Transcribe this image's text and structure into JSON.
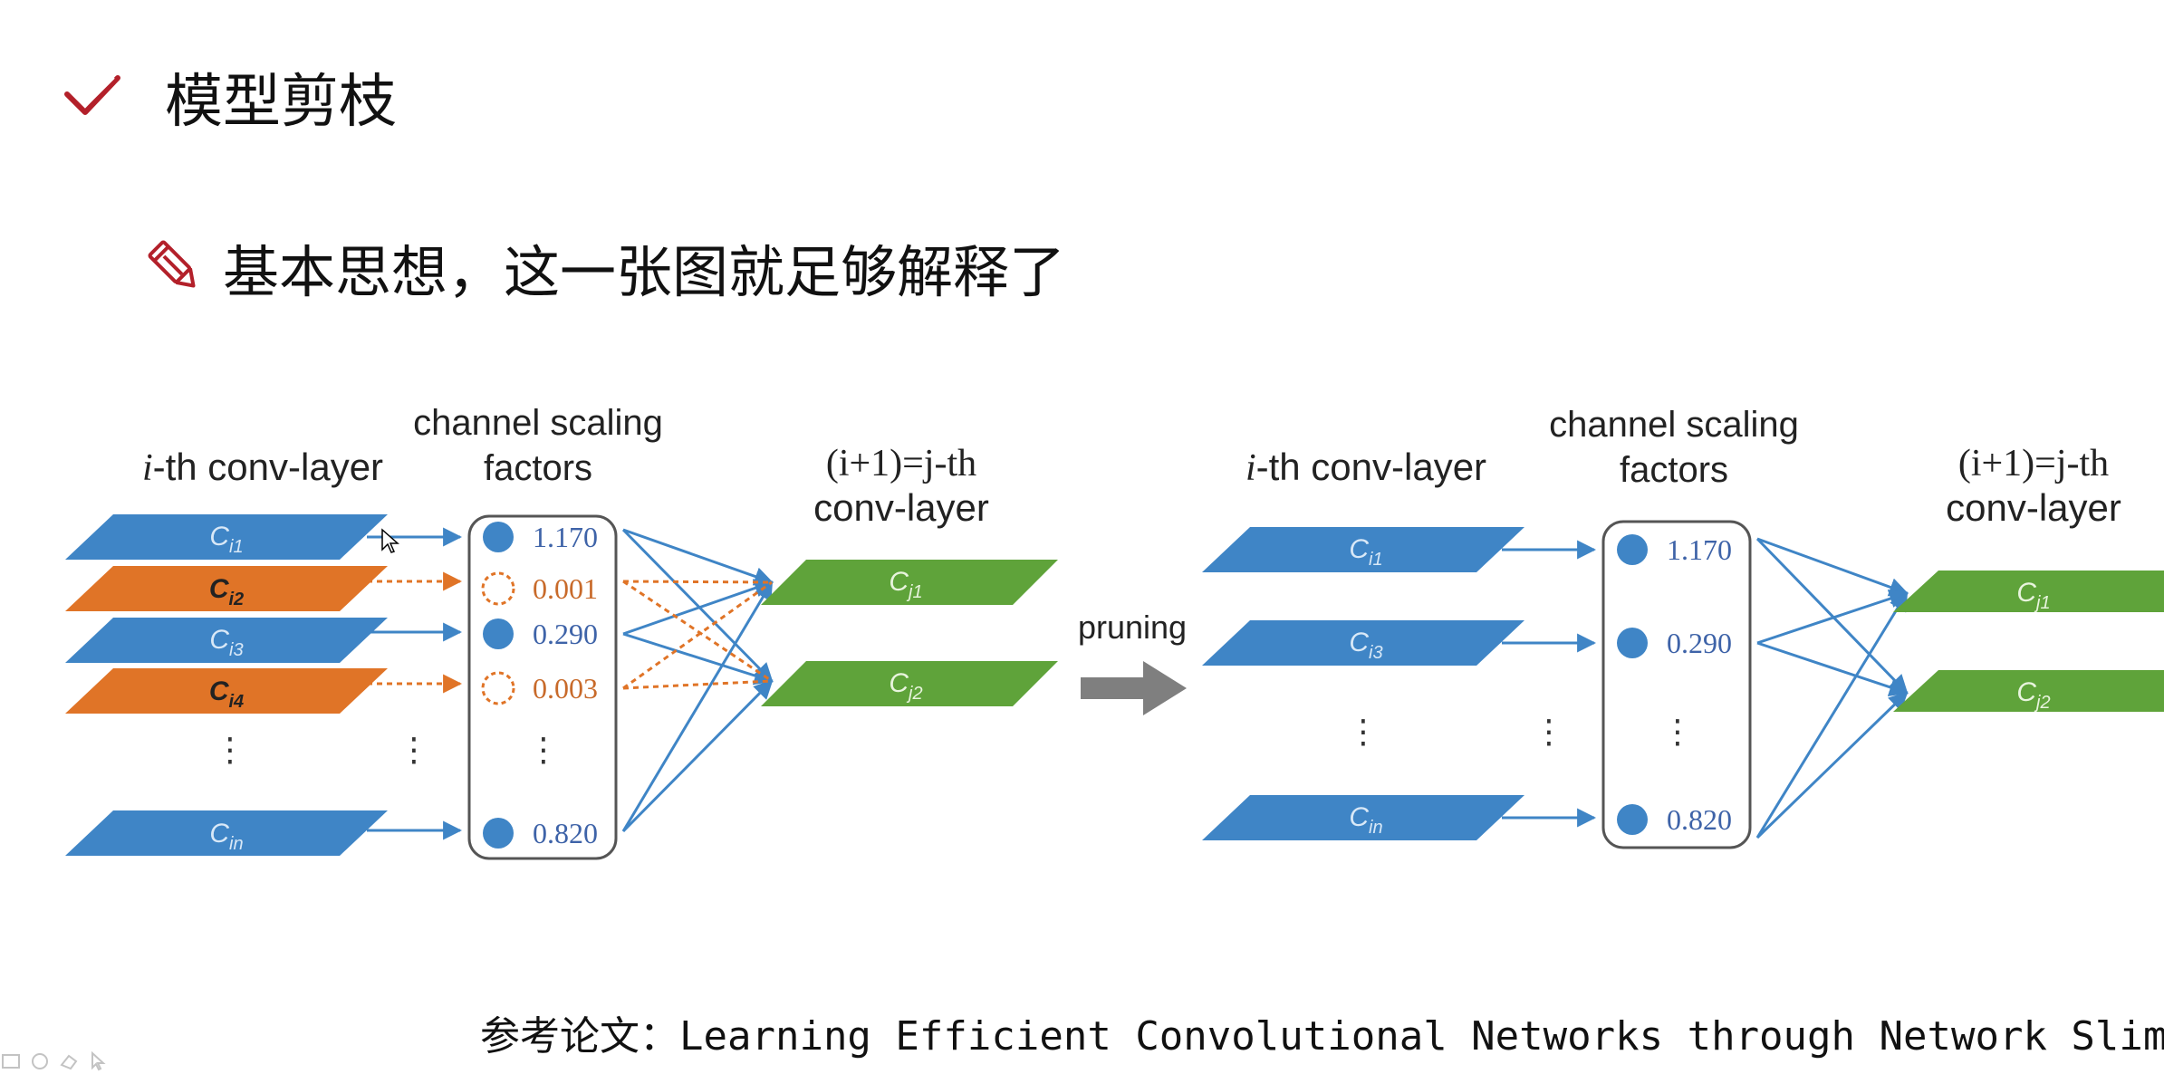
{
  "title": "模型剪枝",
  "subtitle": "基本思想，这一张图就足够解释了",
  "reference": {
    "prefix": "参考论文：",
    "text": "Learning Efficient Convolutional Networks through Network Slimming"
  },
  "icons": {
    "title_icon": "checkmark-icon",
    "subtitle_icon": "pencil-icon",
    "accent_color": "#b3202a"
  },
  "diagram": {
    "colors": {
      "kept": "#3f85c6",
      "pruned": "#e07427",
      "next_layer": "#5fa33a",
      "arrow": "#7f7f7f",
      "value_kept": "#3e63a8",
      "value_pruned": "#c86a2a"
    },
    "left": {
      "layer_label_italic": "i",
      "layer_label_rest": "-th conv-layer",
      "factors_title_line1": "channel scaling",
      "factors_title_line2": "factors",
      "next_label_line1": "(i+1)=j-th",
      "next_label_line2": "conv-layer",
      "channels": [
        {
          "label": "C",
          "sub": "i1",
          "status": "kept"
        },
        {
          "label": "C",
          "sub": "i2",
          "status": "pruned"
        },
        {
          "label": "C",
          "sub": "i3",
          "status": "kept"
        },
        {
          "label": "C",
          "sub": "i4",
          "status": "pruned"
        },
        {
          "label": "C",
          "sub": "in",
          "status": "kept"
        }
      ],
      "factors": [
        {
          "value": "1.170",
          "status": "kept"
        },
        {
          "value": "0.001",
          "status": "pruned"
        },
        {
          "value": "0.290",
          "status": "kept"
        },
        {
          "value": "0.003",
          "status": "pruned"
        },
        {
          "value": "0.820",
          "status": "kept"
        }
      ],
      "next_channels": [
        {
          "label": "C",
          "sub": "j1"
        },
        {
          "label": "C",
          "sub": "j2"
        }
      ],
      "ellipsis": "⋮"
    },
    "arrow_label": "pruning",
    "right": {
      "layer_label_italic": "i",
      "layer_label_rest": "-th conv-layer",
      "factors_title_line1": "channel scaling",
      "factors_title_line2": "factors",
      "next_label_line1": "(i+1)=j-th",
      "next_label_line2": "conv-layer",
      "channels": [
        {
          "label": "C",
          "sub": "i1"
        },
        {
          "label": "C",
          "sub": "i3"
        },
        {
          "label": "C",
          "sub": "in"
        }
      ],
      "factors": [
        {
          "value": "1.170"
        },
        {
          "value": "0.290"
        },
        {
          "value": "0.820"
        }
      ],
      "next_channels": [
        {
          "label": "C",
          "sub": "j1"
        },
        {
          "label": "C",
          "sub": "j2"
        }
      ],
      "ellipsis": "⋮"
    }
  }
}
